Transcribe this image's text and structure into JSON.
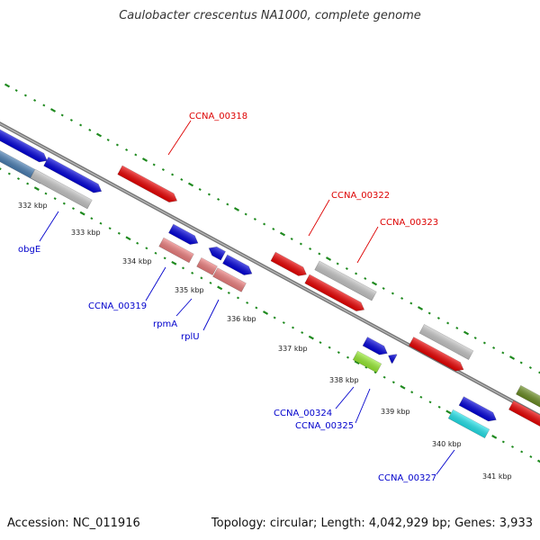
{
  "title": "Caulobacter crescentus NA1000, complete genome",
  "footer": {
    "accession": "Accession: NC_011916",
    "summary": "Topology: circular; Length: 4,042,929 bp; Genes: 3,933"
  },
  "ticks": [
    {
      "label": "332 kbp"
    },
    {
      "label": "333 kbp"
    },
    {
      "label": "334 kbp"
    },
    {
      "label": "335 kbp"
    },
    {
      "label": "336 kbp"
    },
    {
      "label": "337 kbp"
    },
    {
      "label": "338 kbp"
    },
    {
      "label": "339 kbp"
    },
    {
      "label": "340 kbp"
    },
    {
      "label": "341 kbp"
    }
  ],
  "gene_labels": [
    {
      "text": "CCNA_00318",
      "color": "#dd0000"
    },
    {
      "text": "CCNA_00322",
      "color": "#dd0000"
    },
    {
      "text": "CCNA_00323",
      "color": "#dd0000"
    },
    {
      "text": "obgE",
      "color": "#0000cc"
    },
    {
      "text": "CCNA_00319",
      "color": "#0000cc"
    },
    {
      "text": "rpmA",
      "color": "#0000cc"
    },
    {
      "text": "rplU",
      "color": "#0000cc"
    },
    {
      "text": "CCNA_00324",
      "color": "#0000cc"
    },
    {
      "text": "CCNA_00325",
      "color": "#0000cc"
    },
    {
      "text": "CCNA_00327",
      "color": "#0000cc"
    }
  ],
  "colors": {
    "red": "#ee0000",
    "blue": "#0000dd",
    "grey": "#c8c8c8",
    "pink": "#f08080",
    "steelblue": "#4a7fb5",
    "lime": "#99ee33",
    "cyan": "#22e6ee",
    "olive": "#6b8e23",
    "backbone": "#808080",
    "dots": "#1f8a1f"
  }
}
